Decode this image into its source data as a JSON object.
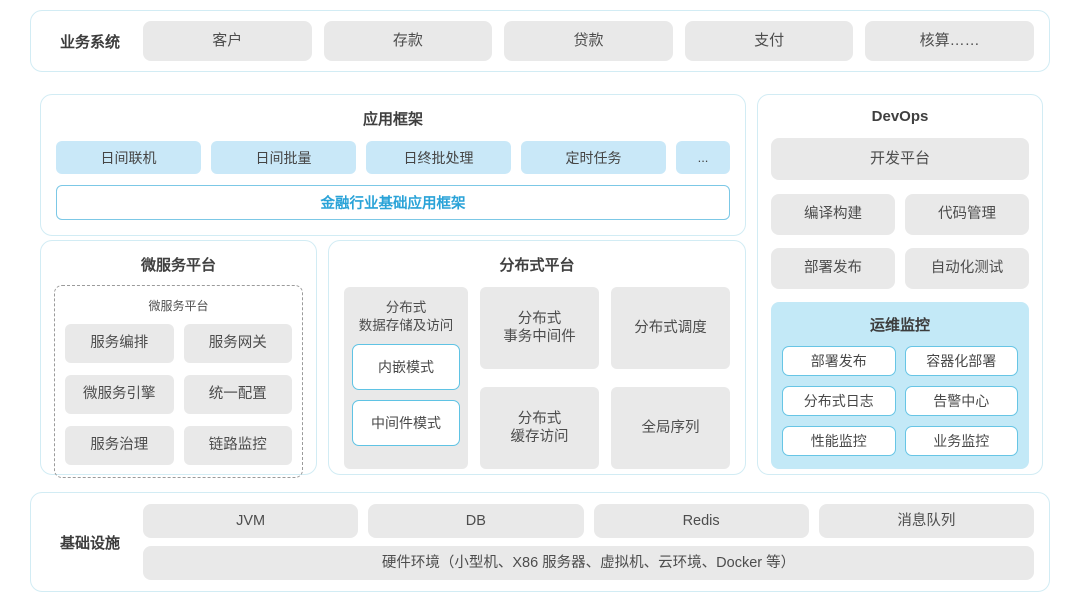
{
  "colors": {
    "panel_border": "#d2ecf4",
    "gray_box": "#e9e9e9",
    "blue_box": "#c9e8f8",
    "monitor_bg": "#c3e9f7",
    "accent_border": "#67c5e5",
    "accent_text": "#2aa3d8",
    "text": "#4a4a4a"
  },
  "business_systems": {
    "label": "业务系统",
    "items": [
      "客户",
      "存款",
      "贷款",
      "支付",
      "核算……"
    ]
  },
  "app_framework": {
    "title": "应用框架",
    "modules": [
      "日间联机",
      "日间批量",
      "日终批处理",
      "定时任务",
      "..."
    ],
    "base": "金融行业基础应用框架"
  },
  "devops": {
    "title": "DevOps",
    "dev_platform": "开发平台",
    "tools": [
      "编译构建",
      "代码管理",
      "部署发布",
      "自动化测试"
    ],
    "monitor": {
      "title": "运维监控",
      "items": [
        "部署发布",
        "容器化部署",
        "分布式日志",
        "告警中心",
        "性能监控",
        "业务监控"
      ]
    }
  },
  "microservice": {
    "title": "微服务平台",
    "inner_title": "微服务平台",
    "items": [
      "服务编排",
      "服务网关",
      "微服务引擎",
      "统一配置",
      "服务治理",
      "链路监控"
    ]
  },
  "distributed": {
    "title": "分布式平台",
    "storage": {
      "label": "分布式\n数据存储及访问",
      "modes": [
        "内嵌模式",
        "中间件模式"
      ]
    },
    "cells": [
      "分布式\n事务中间件",
      "分布式调度",
      "分布式\n缓存访问",
      "全局序列"
    ]
  },
  "infrastructure": {
    "label": "基础设施",
    "items": [
      "JVM",
      "DB",
      "Redis",
      "消息队列"
    ],
    "hardware": "硬件环境（小型机、X86 服务器、虚拟机、云环境、Docker 等）"
  }
}
